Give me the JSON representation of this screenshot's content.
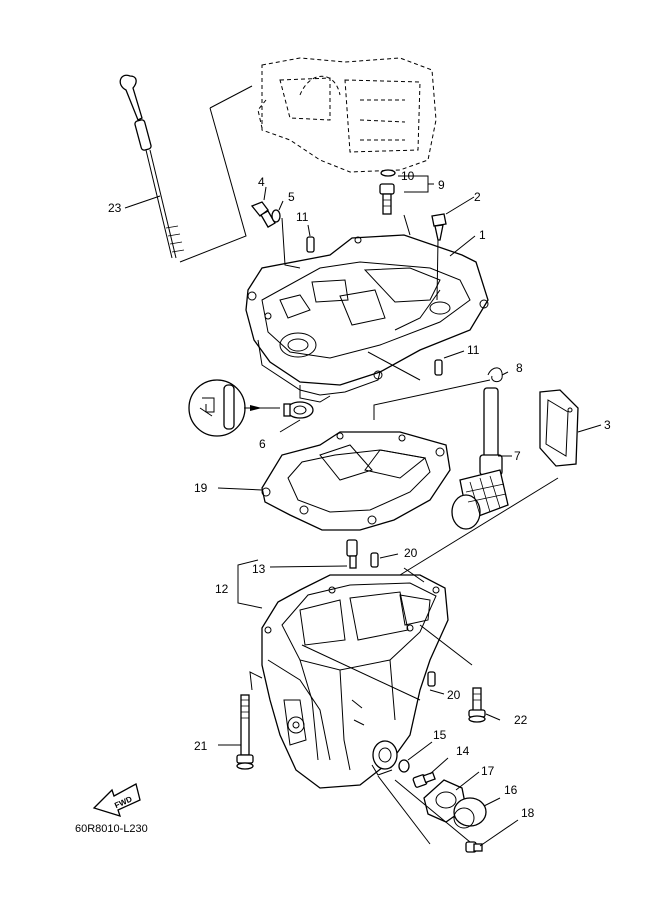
{
  "callouts": {
    "c1": "1",
    "c2": "2",
    "c3": "3",
    "c4": "4",
    "c5": "5",
    "c6": "6",
    "c7": "7",
    "c8": "8",
    "c9": "9",
    "c10": "10",
    "c11a": "11",
    "c11b": "11",
    "c12": "12",
    "c13": "13",
    "c14": "14",
    "c15": "15",
    "c16": "16",
    "c17": "17",
    "c18": "18",
    "c19": "19",
    "c20a": "20",
    "c20b": "20",
    "c21": "21",
    "c22": "22",
    "c23": "23"
  },
  "fwd_label": "FWD",
  "diagram_code": "60R8010-L230"
}
